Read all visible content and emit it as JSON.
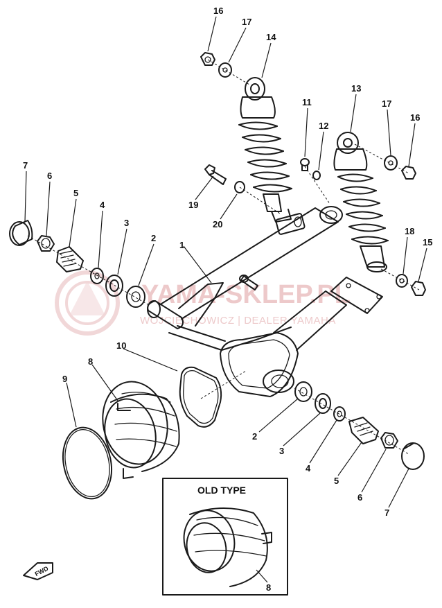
{
  "watermark": {
    "brand": "YAMA-SKLEP.PL",
    "subtitle": "WOJCIECHOWICZ | DEALER YAMAHA",
    "color": "#e7b7b9"
  },
  "inset": {
    "title": "OLD TYPE"
  },
  "fwd_label": "FWD",
  "callouts": {
    "c1": "1",
    "c2a": "2",
    "c2b": "2",
    "c3a": "3",
    "c3b": "3",
    "c4a": "4",
    "c4b": "4",
    "c5a": "5",
    "c5b": "5",
    "c6a": "6",
    "c6b": "6",
    "c7a": "7",
    "c7b": "7",
    "c8a": "8",
    "c8b": "8",
    "c9": "9",
    "c10": "10",
    "c11": "11",
    "c12": "12",
    "c13": "13",
    "c14": "14",
    "c15": "15",
    "c16a": "16",
    "c16b": "16",
    "c17a": "17",
    "c17b": "17",
    "c18": "18",
    "c19": "19",
    "c20": "20"
  }
}
